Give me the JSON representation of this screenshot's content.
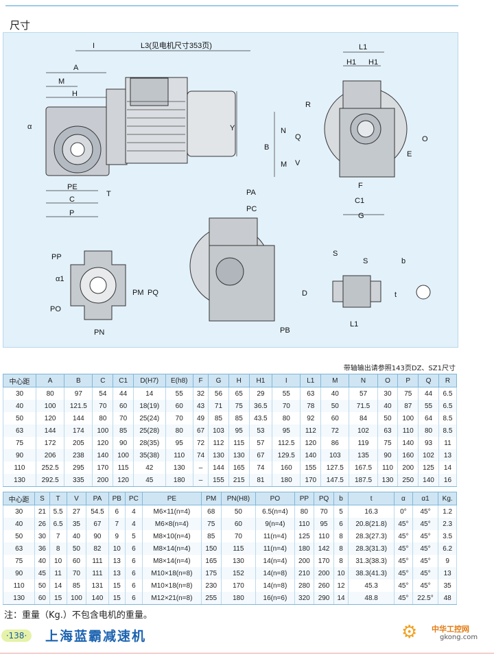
{
  "section_title": "尺寸",
  "drawing": {
    "labels": [
      "I",
      "L3(见电机尺寸353页)",
      "A",
      "M",
      "H",
      "α",
      "Y",
      "PE",
      "C",
      "P",
      "T",
      "L1",
      "H1",
      "H1",
      "R",
      "N",
      "Q",
      "B",
      "M",
      "V",
      "O",
      "E",
      "F",
      "C1",
      "G",
      "PA",
      "PC",
      "PP",
      "α1",
      "PM",
      "PQ",
      "PO",
      "PN",
      "PB",
      "S",
      "S",
      "b",
      "D",
      "t",
      "L1"
    ]
  },
  "note_top": "带轴输出请参照143页DZ、SZ1尺寸",
  "table1": {
    "headers": [
      "中心距",
      "A",
      "B",
      "C",
      "C1",
      "D(H7)",
      "E(h8)",
      "F",
      "G",
      "H",
      "H1",
      "I",
      "L1",
      "M",
      "N",
      "O",
      "P",
      "Q",
      "R"
    ],
    "rows": [
      [
        "30",
        "80",
        "97",
        "54",
        "44",
        "14",
        "55",
        "32",
        "56",
        "65",
        "29",
        "55",
        "63",
        "40",
        "57",
        "30",
        "75",
        "44",
        "6.5"
      ],
      [
        "40",
        "100",
        "121.5",
        "70",
        "60",
        "18(19)",
        "60",
        "43",
        "71",
        "75",
        "36.5",
        "70",
        "78",
        "50",
        "71.5",
        "40",
        "87",
        "55",
        "6.5"
      ],
      [
        "50",
        "120",
        "144",
        "80",
        "70",
        "25(24)",
        "70",
        "49",
        "85",
        "85",
        "43.5",
        "80",
        "92",
        "60",
        "84",
        "50",
        "100",
        "64",
        "8.5"
      ],
      [
        "63",
        "144",
        "174",
        "100",
        "85",
        "25(28)",
        "80",
        "67",
        "103",
        "95",
        "53",
        "95",
        "112",
        "72",
        "102",
        "63",
        "110",
        "80",
        "8.5"
      ],
      [
        "75",
        "172",
        "205",
        "120",
        "90",
        "28(35)",
        "95",
        "72",
        "112",
        "115",
        "57",
        "112.5",
        "120",
        "86",
        "119",
        "75",
        "140",
        "93",
        "11"
      ],
      [
        "90",
        "206",
        "238",
        "140",
        "100",
        "35(38)",
        "110",
        "74",
        "130",
        "130",
        "67",
        "129.5",
        "140",
        "103",
        "135",
        "90",
        "160",
        "102",
        "13"
      ],
      [
        "110",
        "252.5",
        "295",
        "170",
        "115",
        "42",
        "130",
        "–",
        "144",
        "165",
        "74",
        "160",
        "155",
        "127.5",
        "167.5",
        "110",
        "200",
        "125",
        "14"
      ],
      [
        "130",
        "292.5",
        "335",
        "200",
        "120",
        "45",
        "180",
        "–",
        "155",
        "215",
        "81",
        "180",
        "170",
        "147.5",
        "187.5",
        "130",
        "250",
        "140",
        "16"
      ]
    ]
  },
  "table2": {
    "headers": [
      "中心距",
      "S",
      "T",
      "V",
      "PA",
      "PB",
      "PC",
      "PE",
      "PM",
      "PN(H8)",
      "PO",
      "PP",
      "PQ",
      "b",
      "t",
      "α",
      "α1",
      "Kg."
    ],
    "rows": [
      [
        "30",
        "21",
        "5.5",
        "27",
        "54.5",
        "6",
        "4",
        "M6×11(n=4)",
        "68",
        "50",
        "6.5(n=4)",
        "80",
        "70",
        "5",
        "16.3",
        "0°",
        "45°",
        "1.2"
      ],
      [
        "40",
        "26",
        "6.5",
        "35",
        "67",
        "7",
        "4",
        "M6×8(n=4)",
        "75",
        "60",
        "9(n=4)",
        "110",
        "95",
        "6",
        "20.8(21.8)",
        "45°",
        "45°",
        "2.3"
      ],
      [
        "50",
        "30",
        "7",
        "40",
        "90",
        "9",
        "5",
        "M8×10(n=4)",
        "85",
        "70",
        "11(n=4)",
        "125",
        "110",
        "8",
        "28.3(27.3)",
        "45°",
        "45°",
        "3.5"
      ],
      [
        "63",
        "36",
        "8",
        "50",
        "82",
        "10",
        "6",
        "M8×14(n=4)",
        "150",
        "115",
        "11(n=4)",
        "180",
        "142",
        "8",
        "28.3(31.3)",
        "45°",
        "45°",
        "6.2"
      ],
      [
        "75",
        "40",
        "10",
        "60",
        "111",
        "13",
        "6",
        "M8×14(n=4)",
        "165",
        "130",
        "14(n=4)",
        "200",
        "170",
        "8",
        "31.3(38.3)",
        "45°",
        "45°",
        "9"
      ],
      [
        "90",
        "45",
        "11",
        "70",
        "111",
        "13",
        "6",
        "M10×18(n=8)",
        "175",
        "152",
        "14(n=8)",
        "210",
        "200",
        "10",
        "38.3(41.3)",
        "45°",
        "45°",
        "13"
      ],
      [
        "110",
        "50",
        "14",
        "85",
        "131",
        "15",
        "6",
        "M10×18(n=8)",
        "230",
        "170",
        "14(n=8)",
        "280",
        "260",
        "12",
        "45.3",
        "45°",
        "45°",
        "35"
      ],
      [
        "130",
        "60",
        "15",
        "100",
        "140",
        "15",
        "6",
        "M12×21(n=8)",
        "255",
        "180",
        "16(n=6)",
        "320",
        "290",
        "14",
        "48.8",
        "45°",
        "22.5°",
        "48"
      ]
    ]
  },
  "footnote": "注：重量（Kg.）不包含电机的重量。",
  "footer": {
    "page_number": "·138·",
    "company": "上海蓝霸减速机",
    "logo_brand": "中华工控网",
    "logo_site": "gkong.com"
  }
}
